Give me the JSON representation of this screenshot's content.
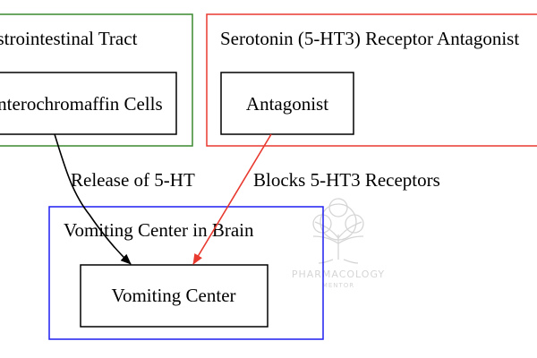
{
  "diagram": {
    "clusters": [
      {
        "id": "gi",
        "label": "Gastrointestinal Tract",
        "color": "#3a8a2f"
      },
      {
        "id": "antagonist",
        "label": "Serotonin (5-HT3) Receptor Antagonist",
        "color": "#e8392e"
      },
      {
        "id": "brain",
        "label": "Vomiting Center in Brain",
        "color": "#1f1ff0"
      }
    ],
    "nodes": [
      {
        "id": "ec",
        "label": "Enterochromaffin Cells"
      },
      {
        "id": "ant",
        "label": "Antagonist"
      },
      {
        "id": "vc",
        "label": "Vomiting Center"
      }
    ],
    "edges": [
      {
        "from": "ec",
        "to": "vc",
        "label": "Release of 5-HT",
        "color": "#000000"
      },
      {
        "from": "ant",
        "to": "vc",
        "label": "Blocks 5-HT3 Receptors",
        "color": "#e8392e"
      }
    ]
  },
  "watermark": {
    "line1": "PHARMACOLOGY",
    "line2": "MENTOR",
    "icon": "tree-icon"
  }
}
